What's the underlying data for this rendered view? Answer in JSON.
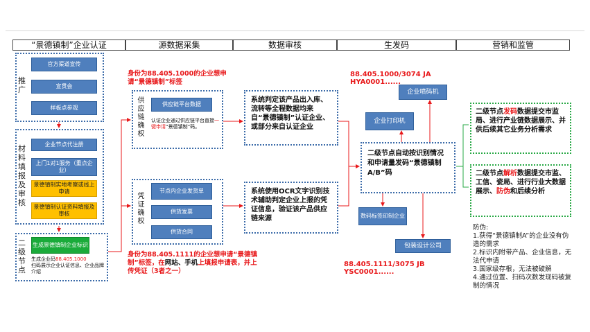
{
  "headers": [
    "“景德镇制”企业认证",
    "源数据采集",
    "数据审核",
    "生发码",
    "营销和监管"
  ],
  "left": {
    "promo_label": "推广",
    "promo_items": [
      "官方渠道宣传",
      "宣贯会",
      "样板点参观"
    ],
    "material_label": "材料填报及审核",
    "material_items": [
      "企业节点代注册",
      "上门1对1服务（重点企业）"
    ],
    "material_orange": [
      "景德镇制实地考察或线上申请",
      "景德镇制认证资料填报及审核"
    ],
    "second_label": "二级节点",
    "second_green": "生成景德镇制企业标识",
    "second_text_a": "生成企业码",
    "second_code": "88.405.1000",
    "second_text_b": "扫码展示企业认证信息、企业品牌介绍"
  },
  "source": {
    "top_note_a": "身份为88.405.1000的企业想申请“景德镇制”标签",
    "supply_label": "供应链确权",
    "supply_box": "供应链平台数据",
    "supply_text_a": "认证企业通过供应链平台直接",
    "supply_text_red": "一键申请",
    "supply_text_b": "“景德镇制”码。",
    "voucher_label": "凭证确权",
    "voucher_items": [
      "节点内企业发货单",
      "供货发票",
      "供货合同"
    ],
    "bottom_note_a": "身份为88.405.1111的企业想申请“景德镇制”标签，在",
    "bottom_note_b": "网站、手机",
    "bottom_note_c": "上填报申请表，并上传凭证（3者之一）"
  },
  "audit": {
    "box1": "系统判定该产品出入库、流转等全程数据均来自“景德镇制”认证企业、或部分来自认证企业",
    "box2": "系统使用OCR文字识别技术辅助判定企业上报的凭证信息，验证该产品供应链来源"
  },
  "gen": {
    "code_top": "88.405.1000/3074 JA HYA0001......",
    "code_bottom": "88.405.1111/3075 JB YSC0001......",
    "enterprise_printer": "企业喷码机",
    "enterprise_label_printer": "企业打印机",
    "main_box": "二级节点自动按识别情况和申请量发码“景德镇制A/B”码",
    "digital_label": "数码标签印制企业",
    "packaging": "包装设计公司"
  },
  "market": {
    "box1_a": "二级节点",
    "box1_red": "发码",
    "box1_b": "数据提交市监局、进行产业链数据展示、并供后续其它业务分析需求",
    "box2_a": "二级节点",
    "box2_red": "解析",
    "box2_b": "数据提交市监、工信、瓷局、进行行业大数据展示、",
    "box2_red2": "防伪",
    "box2_c": "和后续分析",
    "anti_title": "防伪:",
    "anti_items": [
      "1.获得“景德镇制A”的企业没有伪造的需求",
      "2.标识内附带产品、企业信息，无法代申请",
      "3.国家级存根，无法被破解",
      "4.通过位置、扫码次数发现码被复制的情况"
    ]
  },
  "colors": {
    "accent_red": "#e8191b",
    "box_blue": "#4f7fbd",
    "orange": "#ffc000",
    "green": "#1aab3a",
    "dotted_blue": "#3a6aa8",
    "dotted_green": "#27a844"
  }
}
